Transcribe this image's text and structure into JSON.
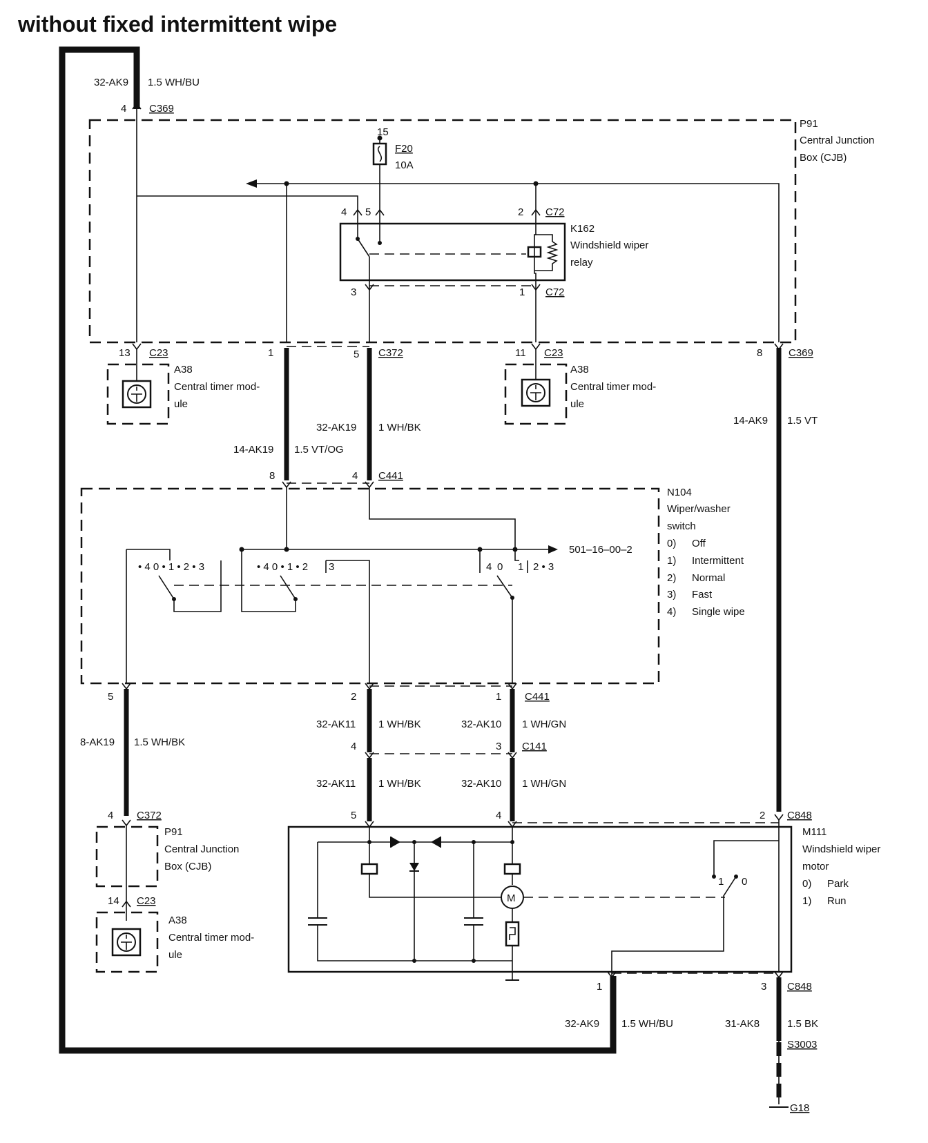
{
  "title": "without fixed intermittent wipe",
  "wires": {
    "top_left_code": "32-AK9",
    "top_left_spec": "1.5 WH/BU",
    "c372_code": "32-AK19",
    "c372_spec": "1 WH/BK",
    "ak19_code": "14-AK19",
    "ak19_spec": "1.5 VT/OG",
    "ak9_right_code": "14-AK9",
    "ak9_right_spec": "1.5 VT",
    "ak19_left_code": "8-AK19",
    "ak19_left_spec": "1.5 WH/BK",
    "ak11_upper_code": "32-AK11",
    "ak11_upper_spec": "1 WH/BK",
    "ak10_upper_code": "32-AK10",
    "ak10_upper_spec": "1 WH/GN",
    "ak11_lower_code": "32-AK11",
    "ak11_lower_spec": "1 WH/BK",
    "ak10_lower_code": "32-AK10",
    "ak10_lower_spec": "1 WH/GN",
    "bottom_ak9_code": "32-AK9",
    "bottom_ak9_spec": "1.5 WH/BU",
    "ground_code": "31-AK8",
    "ground_spec": "1.5 BK"
  },
  "connectors": {
    "c369_top": "C369",
    "c369_top_pin": "4",
    "c72_top": "C72",
    "c72_bottom": "C72",
    "c23_left": "C23",
    "c23_left_pin": "13",
    "c372": "C372",
    "c372_pin_a": "1",
    "c372_pin_b": "5",
    "c23_right": "C23",
    "c23_right_pin": "11",
    "c369_right": "C369",
    "c369_right_pin": "8",
    "c441_top": "C441",
    "c441_top_pin_a": "8",
    "c441_top_pin_b": "4",
    "c441_bottom": "C441",
    "n104_pin5": "5",
    "n104_pin2": "2",
    "n104_pin1": "1",
    "c141": "C141",
    "c141_pin_a": "4",
    "c141_pin_b": "3",
    "c848_top": "C848",
    "m111_pin5": "5",
    "m111_pin4": "4",
    "m111_pin2": "2",
    "c372_low": "C372",
    "c372_low_pin": "4",
    "c23_low": "C23",
    "c23_low_pin": "14",
    "c848_bottom": "C848",
    "m111_pin1": "1",
    "m111_pin3": "3",
    "splice": "S3003",
    "ground": "G18"
  },
  "relay": {
    "id": "K162",
    "line1": "Windshield wiper",
    "line2": "relay",
    "pin4": "4",
    "pin5": "5",
    "pin2": "2",
    "pin3": "3",
    "pin1": "1"
  },
  "fuse": {
    "pin": "15",
    "id": "F20",
    "rating": "10A"
  },
  "cjb_top": {
    "id": "P91",
    "line1": "Central Junction",
    "line2": "Box (CJB)"
  },
  "cjb_low": {
    "id": "P91",
    "line1": "Central Junction",
    "line2": "Box (CJB)"
  },
  "timer_a": {
    "id": "A38",
    "line1": "Central timer mod-",
    "line2": "ule"
  },
  "timer_b": {
    "id": "A38",
    "line1": "Central timer mod-",
    "line2": "ule"
  },
  "timer_c": {
    "id": "A38",
    "line1": "Central timer mod-",
    "line2": "ule"
  },
  "switch": {
    "id": "N104",
    "line1": "Wiper/washer",
    "line2": "switch",
    "ref": "501–16–00–2",
    "positions": [
      {
        "num": "0)",
        "label": "Off"
      },
      {
        "num": "1)",
        "label": "Intermittent"
      },
      {
        "num": "2)",
        "label": "Normal"
      },
      {
        "num": "3)",
        "label": "Fast"
      },
      {
        "num": "4)",
        "label": "Single wipe"
      }
    ],
    "g1": "• 4 0 • 1 • 2 • 3",
    "g2": "• 4 0 • 1 • 2",
    "g2b": "3",
    "g3a": "4",
    "g3b": "0",
    "g3c": "1",
    "g3d": "2 • 3"
  },
  "motor": {
    "id": "M111",
    "line1": "Windshield wiper",
    "line2": "motor",
    "positions": [
      {
        "num": "0)",
        "label": "Park"
      },
      {
        "num": "1)",
        "label": "Run"
      }
    ],
    "sw1": "1",
    "sw0": "0",
    "symbol": "M"
  }
}
